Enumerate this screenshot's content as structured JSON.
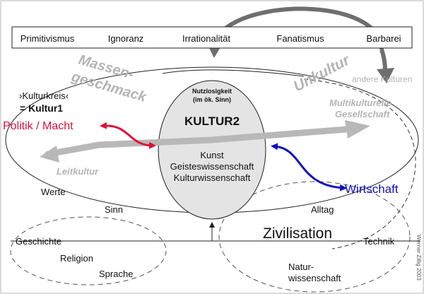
{
  "top_bar": {
    "items": [
      "Primitivismus",
      "Ignoranz",
      "Irrationalität",
      "Fanatismus",
      "Barbarei"
    ]
  },
  "labels": {
    "massengeschmack_1": "Massen-",
    "massengeschmack_2": "geschmack",
    "unkultur": "Unkultur",
    "andere_kulturen": "andere Kulturen",
    "multikulturelle_1": "Multikulturelle",
    "multikulturelle_2": "Gesellschaft",
    "kulturkreis": "›Kulturkreis‹",
    "kultur1": "= Kultur1",
    "politik": "Politik / Macht",
    "leitkultur": "Leitkultur",
    "wirtschaft": "Wirtschaft",
    "werte": "Werte",
    "sinn": "Sinn",
    "alltag": "Alltag",
    "zivilisation": "Zivilisation",
    "geschichte": "Geschichte",
    "religion": "Religion",
    "sprache": "Sprache",
    "technik": "Technik",
    "natur_1": "Natur-",
    "natur_2": "wissenschaft",
    "credit": "Werner Zillig 2003"
  },
  "kultur2": {
    "nutz_1": "Nutzlosigkeit",
    "nutz_2": "(im ök. Sinn)",
    "title": "KULTUR2",
    "line1": "Kunst",
    "line2": "Geisteswissenschaft",
    "line3": "Kulturwissenschaft"
  },
  "colors": {
    "politik": "#e0103a",
    "wirtschaft": "#1010c0",
    "gray_text": "#b4b4b4",
    "arrow_dark": "#6e6e6e",
    "arrow_light": "#b8b8b8",
    "ellipse_fill": "#e4e4e4"
  }
}
